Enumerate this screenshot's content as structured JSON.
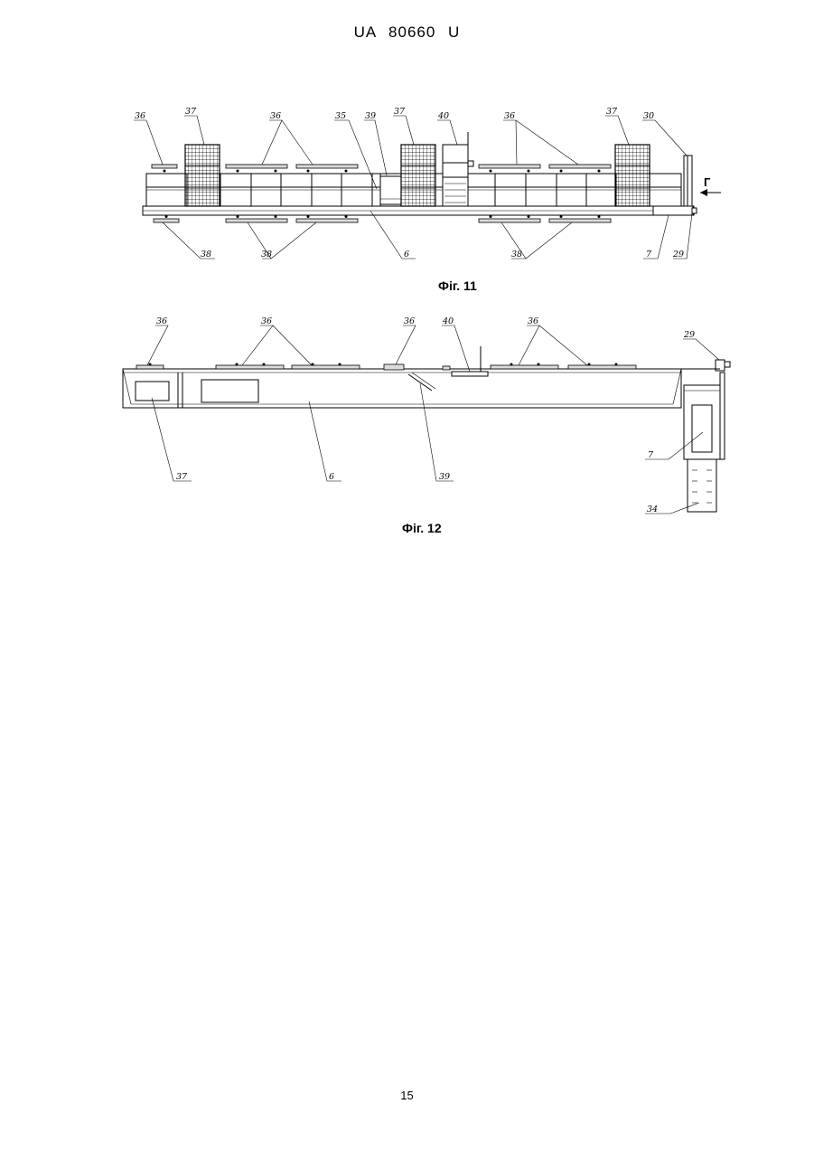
{
  "header": {
    "patent_number": "UA   80660   U"
  },
  "footer": {
    "page_number": "15"
  },
  "figure11": {
    "caption": "Фіг. 11",
    "arrow_label": "Г",
    "labels": {
      "l36a": "36",
      "l37a": "37",
      "l36b": "36",
      "l35": "35",
      "l39": "39",
      "l37b": "37",
      "l40": "40",
      "l36c": "36",
      "l37c": "37",
      "l30": "30",
      "l38a": "38",
      "l38b": "38",
      "l6": "6",
      "l38c": "38",
      "l7": "7",
      "l29": "29"
    }
  },
  "figure12": {
    "caption": "Фіг. 12",
    "labels": {
      "l36a": "36",
      "l36b": "36",
      "l36c": "36",
      "l40": "40",
      "l36d": "36",
      "l29": "29",
      "l37": "37",
      "l6": "6",
      "l39": "39",
      "l7": "7",
      "l34": "34"
    }
  }
}
